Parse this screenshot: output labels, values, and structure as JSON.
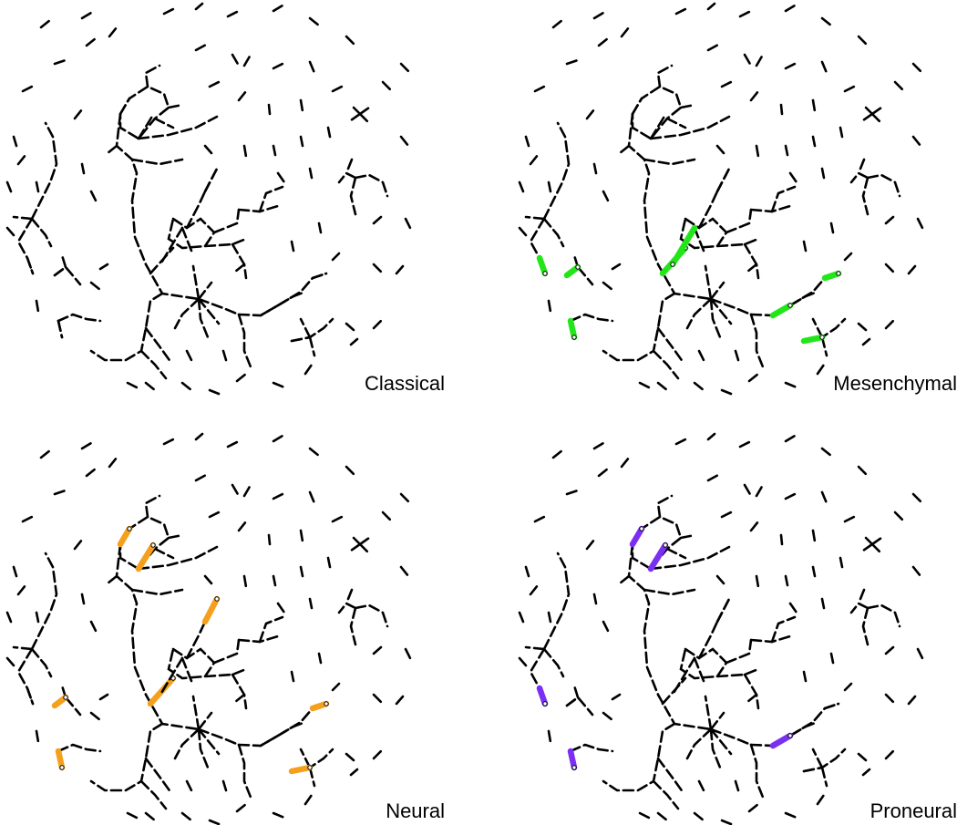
{
  "figure": {
    "panels": [
      {
        "id": "classical",
        "label": "Classical",
        "highlight_color": "#000000",
        "highlights": []
      },
      {
        "id": "mesenchymal",
        "label": "Mesenchymal",
        "highlight_color": "#22e61a",
        "highlights": [
          "t-left-1",
          "t-left-2",
          "hook-left",
          "hub-in",
          "ray-a",
          "right-1",
          "right-2",
          "br-1"
        ]
      },
      {
        "id": "neural",
        "label": "Neural",
        "highlight_color": "#f5a01c",
        "highlights": [
          "pent-1",
          "pent-chord",
          "top-branch",
          "hub-in",
          "t-left-2",
          "hook-left",
          "right-2",
          "br-1"
        ]
      },
      {
        "id": "proneural",
        "label": "Proneural",
        "highlight_color": "#7b2ff2",
        "highlights": [
          "pent-1",
          "pent-chord",
          "t-left-1",
          "hook-left",
          "right-1"
        ]
      }
    ]
  }
}
